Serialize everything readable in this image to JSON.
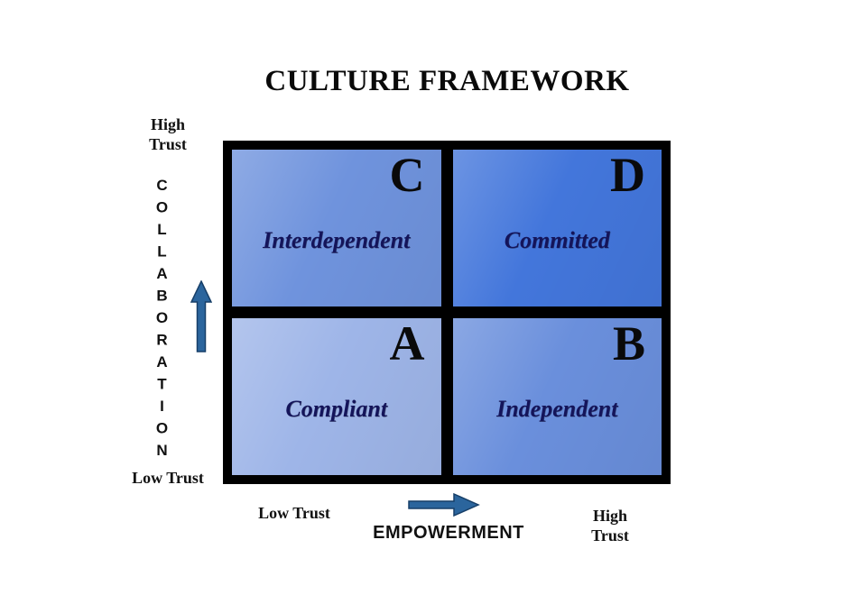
{
  "title": "CULTURE FRAMEWORK",
  "vertical_axis": {
    "high_label": "High Trust",
    "axis_label": "COLLABORATION",
    "low_label": "Low Trust"
  },
  "horizontal_axis": {
    "low_label": "Low Trust",
    "axis_label": "EMPOWERMENT",
    "high_label": "High Trust"
  },
  "quadrants": [
    {
      "letter": "C",
      "label": "Interdependent",
      "position": "top-left",
      "color": "#6f93dd"
    },
    {
      "letter": "D",
      "label": "Committed",
      "position": "top-right",
      "color": "#4376db"
    },
    {
      "letter": "A",
      "label": "Compliant",
      "position": "bottom-left",
      "color": "#9eb5e8"
    },
    {
      "letter": "B",
      "label": "Independent",
      "position": "bottom-right",
      "color": "#6a8fdc"
    }
  ],
  "colors": {
    "background": "#ffffff",
    "frame": "#000000",
    "arrow_fill": "#2b659d",
    "arrow_stroke": "#173f68",
    "quadrant_label_text": "#14145a",
    "quadrant_letter_text": "#0a0a0a",
    "axis_text": "#111111"
  }
}
